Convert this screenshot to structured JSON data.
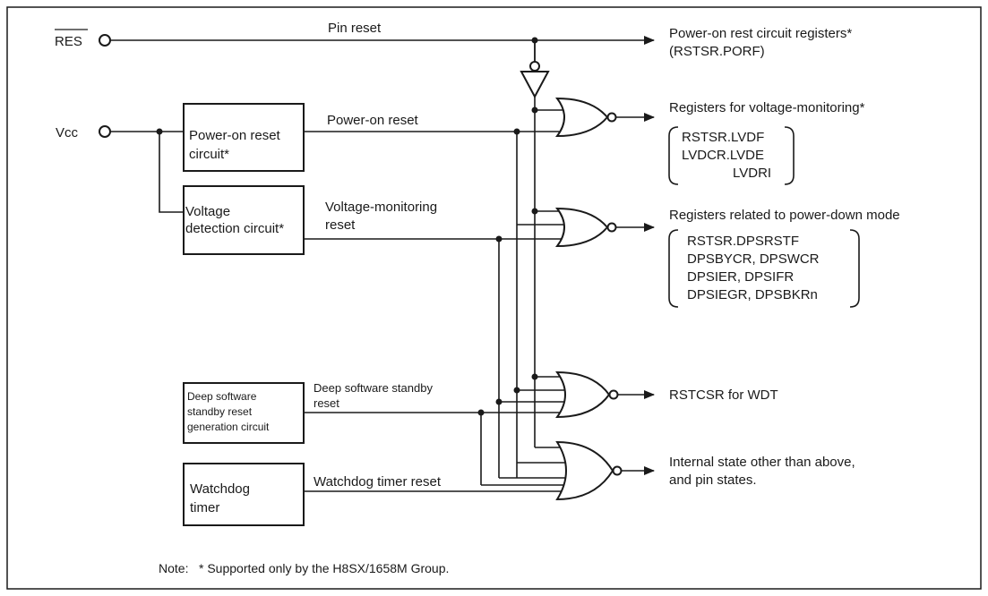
{
  "inputs": {
    "res": "RES",
    "vcc": "Vcc"
  },
  "signals": {
    "pin_reset": "Pin reset",
    "power_on_reset": "Power-on reset",
    "voltage_monitoring_reset_line1": "Voltage-monitoring",
    "voltage_monitoring_reset_line2": "reset",
    "deep_standby_reset_line1": "Deep software standby",
    "deep_standby_reset_line2": "reset",
    "watchdog_timer_reset": "Watchdog timer reset"
  },
  "blocks": {
    "power_on_reset_circuit": [
      "Power-on reset",
      "circuit*"
    ],
    "voltage_detection_circuit": [
      "Voltage",
      "detection circuit*"
    ],
    "deep_standby_reset_generation": [
      "Deep software",
      "standby reset",
      "generation circuit"
    ],
    "watchdog_timer": [
      "Watchdog",
      "timer"
    ]
  },
  "outputs": {
    "porf_line1": "Power-on rest circuit registers*",
    "porf_line2": "(RSTSR.PORF)",
    "voltage_monitoring_title": "Registers for voltage-monitoring*",
    "voltage_monitoring_regs": [
      "RSTSR.LVDF",
      "LVDCR.LVDE",
      "LVDRI"
    ],
    "power_down_title": "Registers related to power-down mode",
    "power_down_regs": [
      "RSTSR.DPSRSTF",
      "DPSBYCR, DPSWCR",
      "DPSIER, DPSIFR",
      "DPSIEGR, DPSBKRn"
    ],
    "wdt": "RSTCSR for WDT",
    "internal_line1": "Internal state other than above,",
    "internal_line2": "and pin states."
  },
  "note": {
    "label": "Note:",
    "text": "* Supported only by the H8SX/1658M Group."
  },
  "colors": {
    "line": "#1a1a1a",
    "background": "#ffffff"
  }
}
